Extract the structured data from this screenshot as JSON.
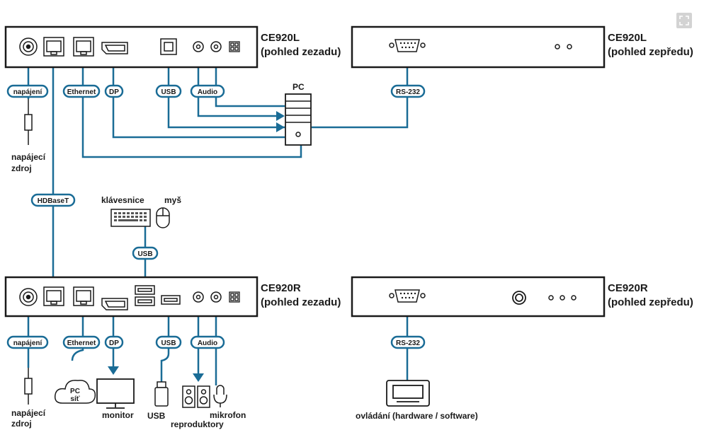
{
  "devices": {
    "top_rear_name": "CE920L",
    "top_rear_view": "(pohled zezadu)",
    "top_front_name": "CE920L",
    "top_front_view": "(pohled zepředu)",
    "bottom_rear_name": "CE920R",
    "bottom_rear_view": "(pohled zezadu)",
    "bottom_front_name": "CE920R",
    "bottom_front_view": "(pohled zepředu)"
  },
  "connectors": {
    "top": [
      "napájení",
      "Ethernet",
      "DP",
      "USB",
      "Audio"
    ],
    "hdbaset": "HDBaseT",
    "top_rs232": "RS-232",
    "peripheral_usb": "USB",
    "bottom": [
      "napájení",
      "Ethernet",
      "DP",
      "USB",
      "Audio"
    ],
    "bottom_rs232": "RS-232"
  },
  "labels": {
    "power_top_line1": "napájecí",
    "power_top_line2": "zdroj",
    "pc": "PC",
    "keyboard": "klávesnice",
    "mouse": "myš",
    "power_bottom_line1": "napájecí",
    "power_bottom_line2": "zdroj",
    "pc_network_line1": "PC",
    "pc_network_line2": "síť",
    "monitor": "monitor",
    "usb_device": "USB",
    "speakers": "reproduktory",
    "microphone": "mikrofon",
    "control": "ovládání (hardware / software)"
  },
  "colors": {
    "cable": "#1a6c96",
    "outline": "#1a1a1a"
  },
  "icons": [
    "bnc-icon",
    "rj45-icon",
    "displayport-icon",
    "usb-b-icon",
    "usb-a-icon",
    "audio-jack-icon",
    "db9-icon",
    "pc-tower-icon",
    "keyboard-icon",
    "mouse-icon",
    "cloud-icon",
    "monitor-icon",
    "usb-stick-icon",
    "speaker-icon",
    "microphone-icon",
    "control-panel-icon",
    "power-plug-icon",
    "expand-icon"
  ]
}
